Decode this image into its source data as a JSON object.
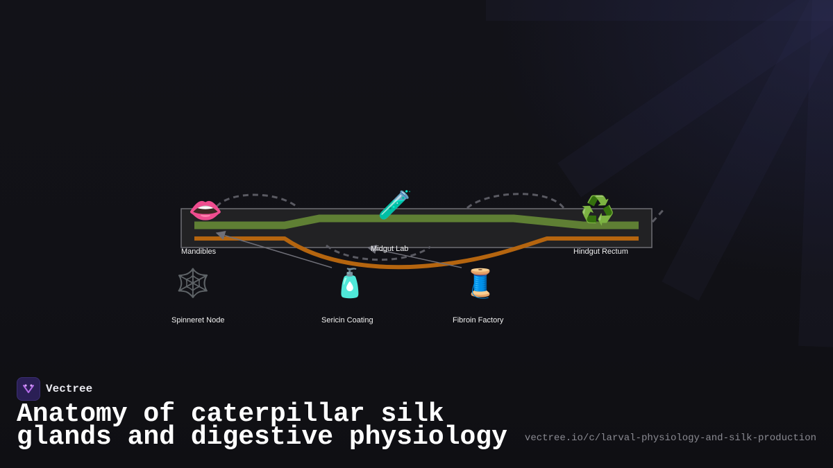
{
  "brand": {
    "name": "Vectree",
    "icon": "vectree-logo-icon"
  },
  "title": "Anatomy of caterpillar silk glands and digestive physiology",
  "url": "vectree.io/c/larval-physiology-and-silk-production",
  "colors": {
    "gut_tract": "#5f7f34",
    "silk_tract": "#b5650f",
    "dashed_arc": "#5a5a62",
    "arrow": "#6f6f78",
    "box_border": "#6e6e74",
    "box_fill": "#222224",
    "background": "#111116",
    "brand_tile": "#2a1f55"
  },
  "nodes": [
    {
      "id": "mandibles",
      "label": "Mandibles",
      "icon": "mouth-emoji",
      "glyph": "👄"
    },
    {
      "id": "midgut-lab",
      "label": "Midgut Lab",
      "icon": "test-tube-emoji",
      "glyph": "🧪"
    },
    {
      "id": "hindgut-rectum",
      "label": "Hindgut Rectum",
      "icon": "recycle-emoji",
      "glyph": "♻️"
    },
    {
      "id": "spinneret-node",
      "label": "Spinneret Node",
      "icon": "spider-web-emoji",
      "glyph": "🕸️"
    },
    {
      "id": "sericin-coating",
      "label": "Sericin Coating",
      "icon": "lotion-bottle-emoji",
      "glyph": "🧴"
    },
    {
      "id": "fibroin-factory",
      "label": "Fibroin Factory",
      "icon": "thread-spool-emoji",
      "glyph": "🧵"
    }
  ]
}
